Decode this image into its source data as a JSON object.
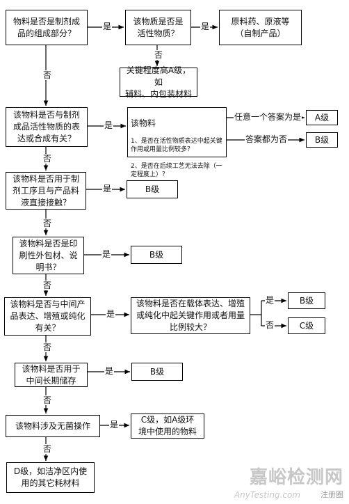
{
  "boxes": {
    "q_finished_component": "物料是否是制剂成\n品的组成部分？",
    "q_active_substance": "该物质是否是\n活性物质？",
    "api_raw": "原料药、原液等\n（自制产品）",
    "critical_a": "关键程度高A级，如\n辅料、内包装材料",
    "q_active_expression": "该物料是否与制剂\n成品活性物质的表\n达或合成有关？",
    "sub_title": "该物料",
    "sub_line1": "1、是否在活性物质表达中起关键作用或用量比例较多？",
    "sub_line2": "2、是否在后续工艺无法去除（一定程度上）？",
    "grade_a_1": "A级",
    "grade_b_1": "B级",
    "q_process_contact": "该物料是否用于制\n剂工序且与产品料\n液直接接触？",
    "grade_b_2": "B级",
    "q_printed_packaging": "该物料是否是印\n刷性外包材、说\n明书？",
    "grade_b_3": "B级",
    "q_intermediate_expr": "该物料是否与中间产\n品表达、增殖或纯化\n有关？",
    "q_carrier_expr": "该物料是否在载体表达、增殖\n或纯化中起关键作用或者用量\n比例较大？",
    "grade_b_4": "B级",
    "grade_c_1": "C级",
    "q_long_storage": "该物料是否用于\n中间长期储存",
    "grade_b_5": "B级",
    "q_aseptic": "该物料涉及无菌操作",
    "grade_c_aseptic": "C级，如A级环\n境中使用的物料",
    "grade_d": "D级，如洁净区内使\n用的其它耗材料"
  },
  "labels": {
    "yes": "是",
    "no": "否",
    "any_yes": "任意一个答案为是",
    "all_no": "答案都为否"
  },
  "watermark": {
    "brand": "嘉峪检测网",
    "site": "AnyTesting.com",
    "tag": "注册圈"
  }
}
